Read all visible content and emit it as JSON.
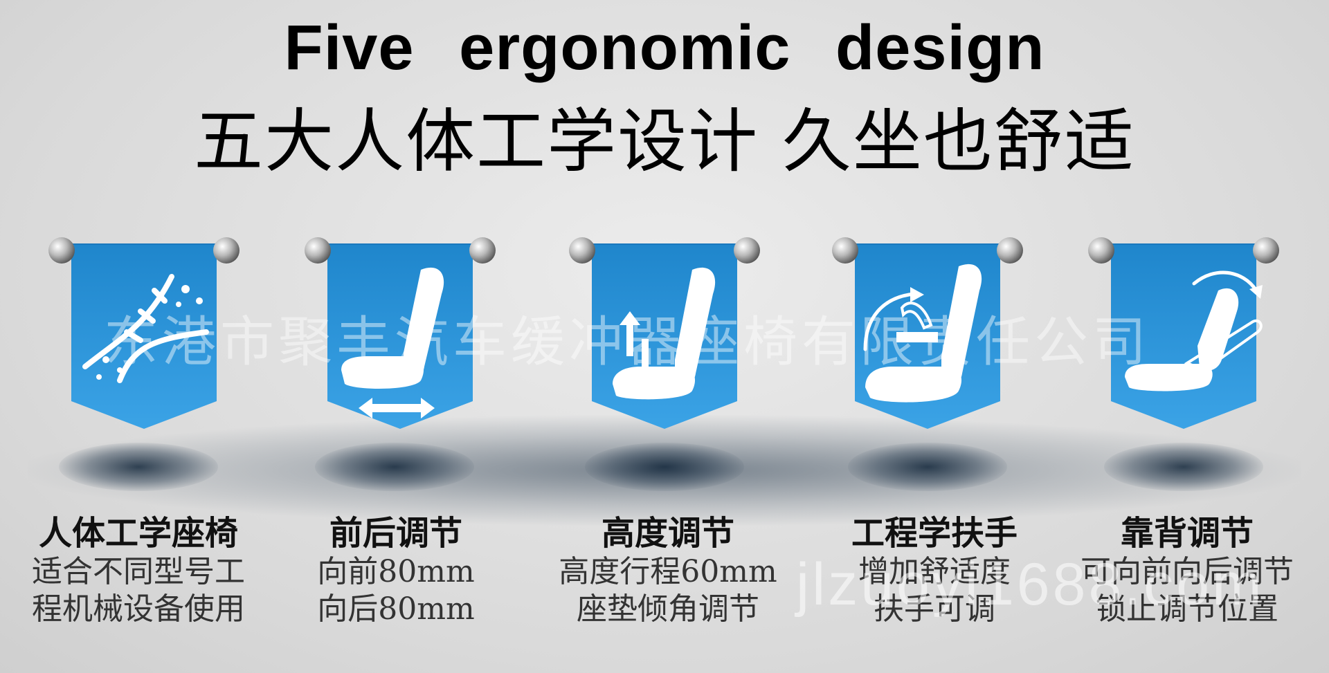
{
  "title_en": "Five ergonomic design",
  "title_zh": "五大人体工学设计 久坐也舒适",
  "watermark": "东港市聚丰汽车缓冲器座椅有限责任公司",
  "watermark_url": "jlzuoyi1688.com",
  "colors": {
    "banner_blue": "#3399dd",
    "banner_blue_dark": "#1f7fc4",
    "title": "#000000"
  },
  "features": [
    {
      "icon": "dna-icon",
      "title": "人体工学座椅",
      "lines": [
        "适合不同型号工",
        "程机械设备使用"
      ]
    },
    {
      "icon": "seat-slide-icon",
      "title": "前后调节",
      "lines": [
        "向前80mm",
        "向后80mm"
      ]
    },
    {
      "icon": "seat-height-icon",
      "title": "高度调节",
      "lines": [
        "高度行程60mm",
        "座垫倾角调节"
      ]
    },
    {
      "icon": "seat-armrest-icon",
      "title": "工程学扶手",
      "lines": [
        "增加舒适度",
        "扶手可调"
      ]
    },
    {
      "icon": "seat-recline-icon",
      "title": "靠背调节",
      "lines": [
        "可向前向后调节",
        "锁止调节位置"
      ]
    }
  ]
}
